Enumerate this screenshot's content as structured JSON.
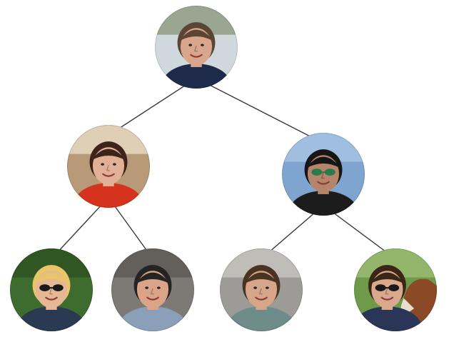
{
  "diagram": {
    "type": "hierarchy-tree",
    "line_color": "#3a3a3a",
    "root": {
      "id": "root",
      "icon": "woman-face-photo",
      "palette": {
        "bg": "#cfd8dc",
        "top": "#8a9a80",
        "skin": "#d9a68c",
        "hair": "#5b4636",
        "shirt": "#1e2a4a"
      },
      "children": [
        {
          "id": "left-child",
          "icon": "smiling-woman-red-scarf-photo",
          "palette": {
            "bg": "#b89a78",
            "top": "#e9dcc7",
            "skin": "#e2b096",
            "hair": "#3c2419",
            "shirt": "#d6331f"
          },
          "children": [
            {
              "id": "left-left-grandchild",
              "icon": "blonde-woman-sunglasses-photo",
              "palette": {
                "bg": "#3e6b2e",
                "top": "#2d5220",
                "skin": "#e6b795",
                "hair": "#e8c46a",
                "shirt": "#2b3a52",
                "shades": "#1a1a1a"
              }
            },
            {
              "id": "left-right-grandchild",
              "icon": "man-beanie-photo",
              "palette": {
                "bg": "#7d7a75",
                "top": "#5d5a55",
                "skin": "#dba489",
                "hair": "#242424",
                "shirt": "#8aa0b8"
              }
            }
          ]
        },
        {
          "id": "right-child",
          "icon": "person-cap-sunglasses-photo",
          "palette": {
            "bg": "#7fa4cf",
            "top": "#a9c4e2",
            "skin": "#b5856b",
            "hair": "#161616",
            "shirt": "#1c1c1c",
            "shades": "#2b7a4b"
          },
          "children": [
            {
              "id": "right-left-grandchild",
              "icon": "man-plaid-shirt-photo",
              "palette": {
                "bg": "#9c9b97",
                "top": "#c8c6c1",
                "skin": "#d6a58a",
                "hair": "#4a3322",
                "shirt": "#6d8c8a"
              }
            },
            {
              "id": "right-right-grandchild",
              "icon": "man-with-horse-photo",
              "palette": {
                "bg": "#6e9a4a",
                "top": "#9dbb74",
                "skin": "#d9a98e",
                "hair": "#3a2617",
                "shirt": "#2a3558",
                "shades": "#1a1a1a",
                "horse": "#8b4a25"
              }
            }
          ]
        }
      ]
    }
  }
}
